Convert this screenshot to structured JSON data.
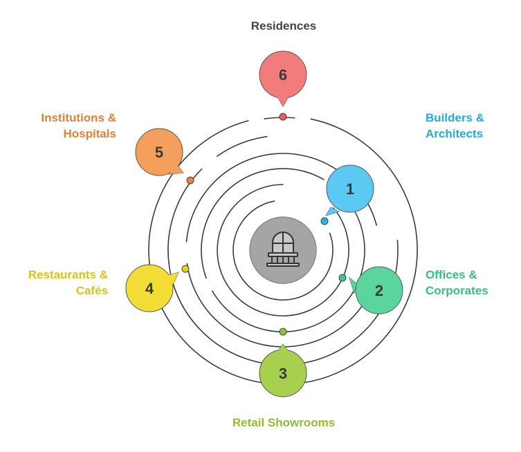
{
  "diagram": {
    "center_icon": "balcony-building-icon",
    "items": [
      {
        "number": "1",
        "label_lines": [
          "Builders &",
          "Architects"
        ],
        "color": "#2ab5e8",
        "color_light": "#5cc9f2",
        "line": "#222222"
      },
      {
        "number": "2",
        "label_lines": [
          "Offices &",
          "Corporates"
        ],
        "color": "#3cc985",
        "color_light": "#5ad59d",
        "line": "#222222"
      },
      {
        "number": "3",
        "label_lines": [
          "Retail Showrooms"
        ],
        "color": "#93c23a",
        "color_light": "#a8d04f",
        "line": "#222222"
      },
      {
        "number": "4",
        "label_lines": [
          "Restaurants &",
          "Cafés"
        ],
        "color": "#e7cf1c",
        "color_light": "#f2dc35",
        "line": "#222222"
      },
      {
        "number": "5",
        "label_lines": [
          "Institutions &",
          "Hospitals"
        ],
        "color": "#e8843c",
        "color_light": "#f59f5c",
        "line": "#222222"
      },
      {
        "number": "6",
        "label_lines": [
          "Residences"
        ],
        "color": "#e65f5f",
        "color_light": "#f27c7c",
        "line": "#222222"
      }
    ],
    "label_colors": {
      "1": "#29a8d8",
      "2": "#36bf80",
      "3": "#8fbb35",
      "4": "#d9c21a",
      "5": "#e0813a",
      "6": "#444444"
    }
  }
}
